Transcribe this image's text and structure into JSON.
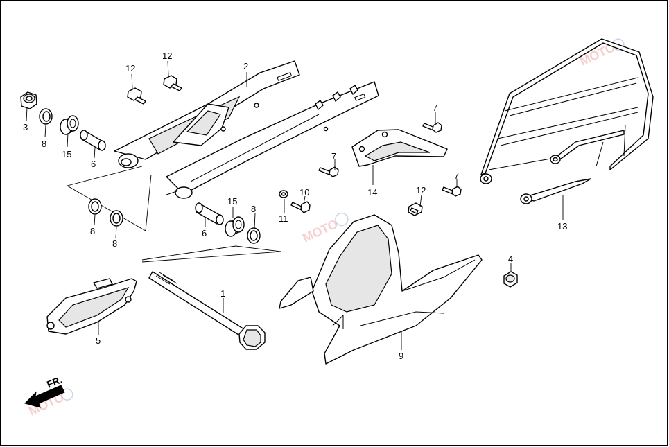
{
  "callouts": {
    "c1": "1",
    "c2": "2",
    "c3": "3",
    "c4": "4",
    "c5": "5",
    "c6a": "6",
    "c6b": "6",
    "c7a": "7",
    "c7b": "7",
    "c7c": "7",
    "c8a": "8",
    "c8b": "8",
    "c8c": "8",
    "c8d": "8",
    "c9": "9",
    "c10": "10",
    "c11": "11",
    "c12a": "12",
    "c12b": "12",
    "c12c": "12",
    "c13": "13",
    "c14": "14",
    "c15a": "15",
    "c15b": "15"
  },
  "front_arrow_label": "FR.",
  "watermark_text": "MOTO",
  "colors": {
    "line": "#000000",
    "background": "#ffffff",
    "watermark": "#f0a8a8"
  }
}
